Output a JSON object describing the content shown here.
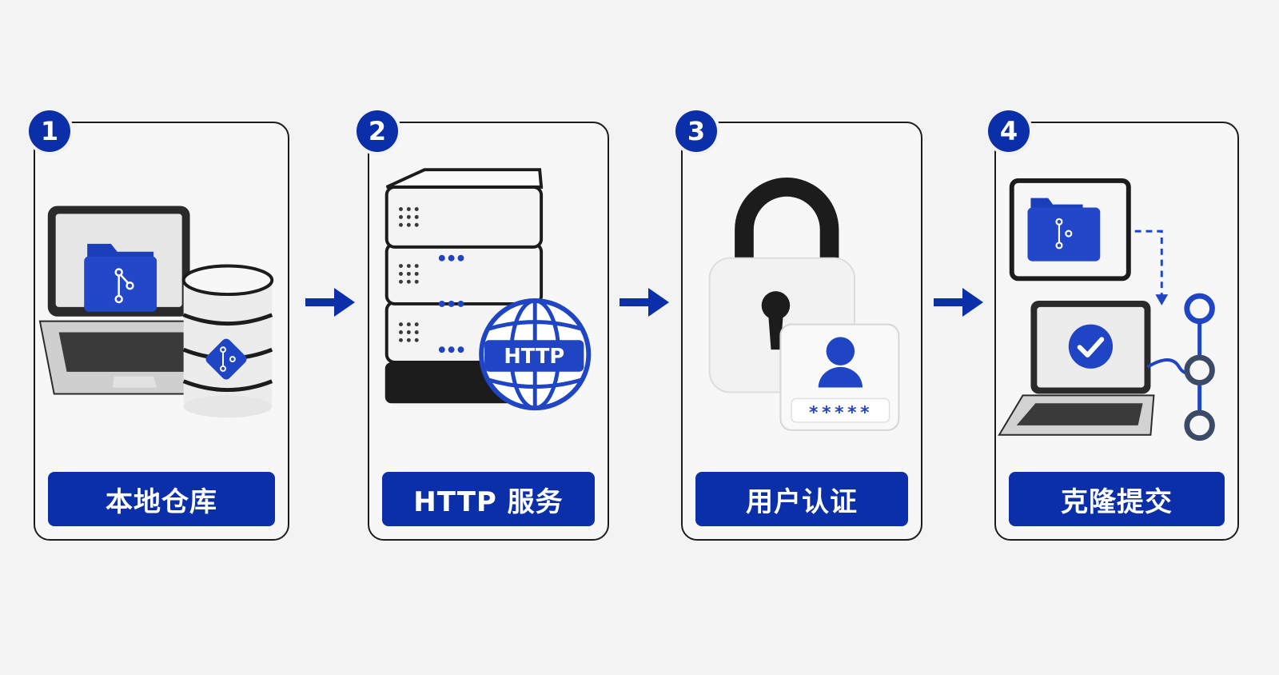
{
  "steps": [
    {
      "number": "1",
      "label": "本地仓库"
    },
    {
      "number": "2",
      "label": "HTTP 服务"
    },
    {
      "number": "3",
      "label": "用户认证"
    },
    {
      "number": "4",
      "label": "克隆提交"
    }
  ],
  "http_badge": "HTTP",
  "password_mask": "*****",
  "colors": {
    "accent": "#0a2fa8",
    "dark": "#1c1c1c",
    "background": "#f3f3f3"
  }
}
